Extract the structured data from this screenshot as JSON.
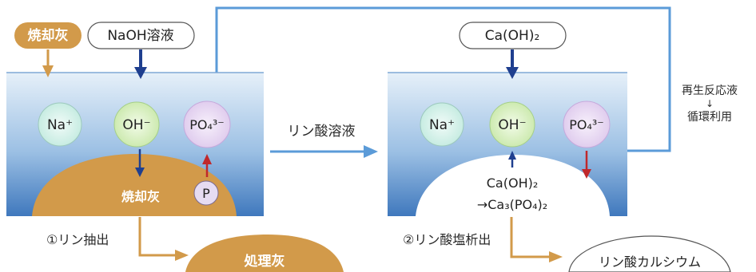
{
  "inputs": {
    "ash": "焼却灰",
    "naoh": "NaOH溶液",
    "caoh": "Ca(OH)₂"
  },
  "tank1": {
    "ions": [
      "Na⁺",
      "OH⁻",
      "PO₄³⁻"
    ],
    "ash_mound": "焼却灰",
    "phosphorus": "P",
    "step": "①リン抽出",
    "output": "処理灰"
  },
  "transfer": "リン酸溶液",
  "tank2": {
    "ions": [
      "Na⁺",
      "OH⁻",
      "PO₄³⁻"
    ],
    "precip_line1": "Ca(OH)₂",
    "precip_line2": "→Ca₃(PO₄)₂",
    "step": "②リン酸塩析出",
    "output": "リン酸カルシウム"
  },
  "recycle": {
    "line1": "再生反応液",
    "arrow": "↓",
    "line2": "循環利用"
  },
  "colors": {
    "ash": "#d29a4a",
    "arrow_dark": "#1f3f8f",
    "arrow_red": "#c0282b",
    "recycle_line": "#5b9bd8",
    "tank_top": "#dbe9f6",
    "tank_bottom": "#4f86c6"
  }
}
